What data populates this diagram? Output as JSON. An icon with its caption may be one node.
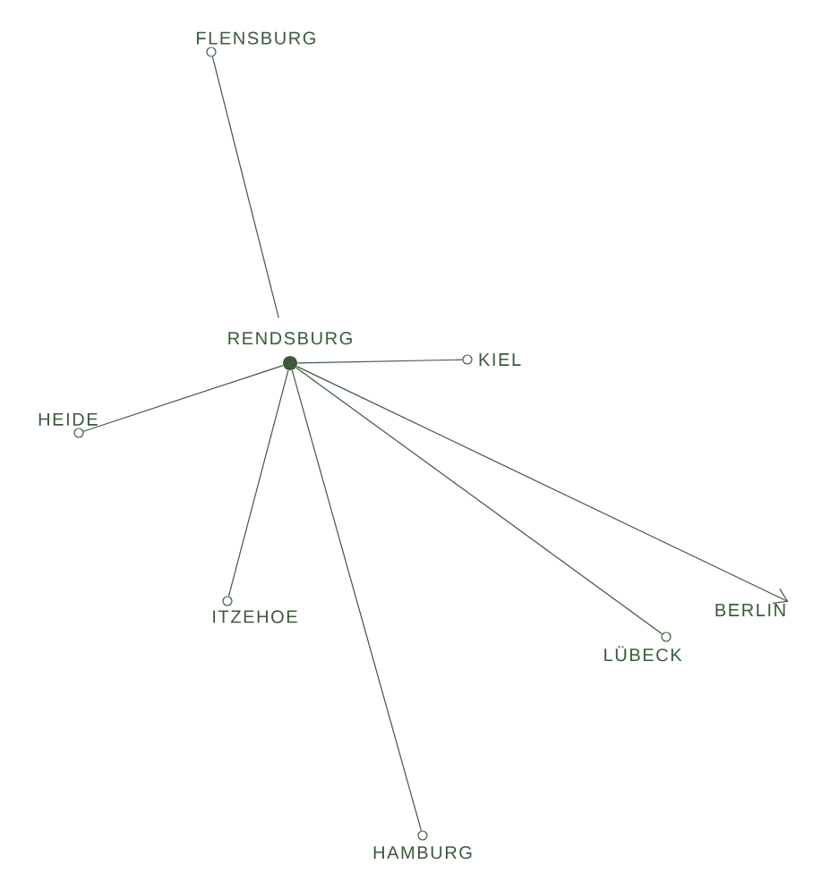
{
  "diagram": {
    "nodes": [
      {
        "text": [],
        "shape": "circle",
        "beside": [
          "FLENSBURG"
        ]
      },
      {
        "text": [],
        "shape": "dot",
        "beside": [
          "RENDSBURG"
        ]
      },
      {
        "text": [],
        "shape": "circle",
        "beside": [
          "KIEL"
        ]
      },
      {
        "text": [],
        "shape": "circle",
        "beside": [
          "HEIDE"
        ]
      },
      {
        "text": [],
        "shape": "circle",
        "beside": [
          "ITZEHOE"
        ]
      },
      {
        "text": [
          "BERLIN"
        ]
      },
      {
        "text": [],
        "shape": "circle",
        "beside": [
          "LÜBECK"
        ]
      },
      {
        "text": [],
        "shape": "circle",
        "beside": [
          "HAMBURG"
        ]
      }
    ],
    "edges": [
      {
        "from": 1,
        "to": 0,
        "arrow": "none"
      },
      {
        "from": 1,
        "to": 2,
        "arrow": "none"
      },
      {
        "from": 1,
        "to": 3,
        "arrow": "none"
      },
      {
        "from": 1,
        "to": 4,
        "arrow": "none"
      },
      {
        "from": 1,
        "to": 5,
        "arrow": "to"
      },
      {
        "from": 1,
        "to": 6,
        "arrow": "none"
      },
      {
        "from": 1,
        "to": 7,
        "arrow": "none"
      }
    ]
  }
}
